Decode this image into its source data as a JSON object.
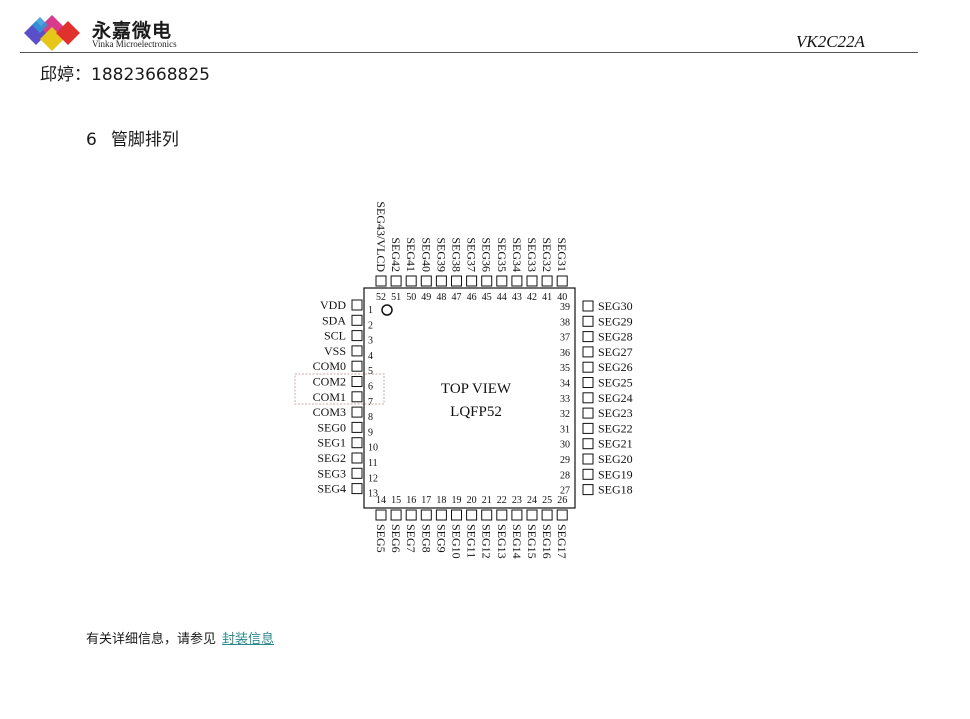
{
  "header": {
    "logo_cn": "永嘉微电",
    "logo_en": "Vinka Microelectronics",
    "doc_id": "VK2C22A",
    "colors": {
      "diamond1": "#5b4fc9",
      "diamond2": "#d83a8e",
      "diamond3": "#e6c619",
      "diamond4": "#e0312c",
      "diamond5": "#2e9ad6"
    }
  },
  "contact": "邱婷：18823668825",
  "section": {
    "number": "6",
    "title": "管脚排列"
  },
  "package": {
    "view_label": "TOP VIEW",
    "package_label": "LQFP52",
    "left_pins": [
      {
        "num": "1",
        "name": "VDD"
      },
      {
        "num": "2",
        "name": "SDA"
      },
      {
        "num": "3",
        "name": "SCL"
      },
      {
        "num": "4",
        "name": "VSS"
      },
      {
        "num": "5",
        "name": "COM0"
      },
      {
        "num": "6",
        "name": "COM2"
      },
      {
        "num": "7",
        "name": "COM1"
      },
      {
        "num": "8",
        "name": "COM3"
      },
      {
        "num": "9",
        "name": "SEG0"
      },
      {
        "num": "10",
        "name": "SEG1"
      },
      {
        "num": "11",
        "name": "SEG2"
      },
      {
        "num": "12",
        "name": "SEG3"
      },
      {
        "num": "13",
        "name": "SEG4"
      }
    ],
    "right_pins": [
      {
        "num": "39",
        "name": "SEG30"
      },
      {
        "num": "38",
        "name": "SEG29"
      },
      {
        "num": "37",
        "name": "SEG28"
      },
      {
        "num": "36",
        "name": "SEG27"
      },
      {
        "num": "35",
        "name": "SEG26"
      },
      {
        "num": "34",
        "name": "SEG25"
      },
      {
        "num": "33",
        "name": "SEG24"
      },
      {
        "num": "32",
        "name": "SEG23"
      },
      {
        "num": "31",
        "name": "SEG22"
      },
      {
        "num": "30",
        "name": "SEG21"
      },
      {
        "num": "29",
        "name": "SEG20"
      },
      {
        "num": "28",
        "name": "SEG19"
      },
      {
        "num": "27",
        "name": "SEG18"
      }
    ],
    "top_pins": [
      {
        "num": "52",
        "name": "SEG43/VLCD"
      },
      {
        "num": "51",
        "name": "SEG42"
      },
      {
        "num": "50",
        "name": "SEG41"
      },
      {
        "num": "49",
        "name": "SEG40"
      },
      {
        "num": "48",
        "name": "SEG39"
      },
      {
        "num": "47",
        "name": "SEG38"
      },
      {
        "num": "46",
        "name": "SEG37"
      },
      {
        "num": "45",
        "name": "SEG36"
      },
      {
        "num": "44",
        "name": "SEG35"
      },
      {
        "num": "43",
        "name": "SEG34"
      },
      {
        "num": "42",
        "name": "SEG33"
      },
      {
        "num": "41",
        "name": "SEG32"
      },
      {
        "num": "40",
        "name": "SEG31"
      }
    ],
    "bottom_pins": [
      {
        "num": "14",
        "name": "SEG5"
      },
      {
        "num": "15",
        "name": "SEG6"
      },
      {
        "num": "16",
        "name": "SEG7"
      },
      {
        "num": "17",
        "name": "SEG8"
      },
      {
        "num": "18",
        "name": "SEG9"
      },
      {
        "num": "19",
        "name": "SEG10"
      },
      {
        "num": "20",
        "name": "SEG11"
      },
      {
        "num": "21",
        "name": "SEG12"
      },
      {
        "num": "22",
        "name": "SEG13"
      },
      {
        "num": "23",
        "name": "SEG14"
      },
      {
        "num": "24",
        "name": "SEG15"
      },
      {
        "num": "25",
        "name": "SEG16"
      },
      {
        "num": "26",
        "name": "SEG17"
      }
    ]
  },
  "footer": {
    "text": "有关详细信息，请参见",
    "link": "封装信息"
  }
}
